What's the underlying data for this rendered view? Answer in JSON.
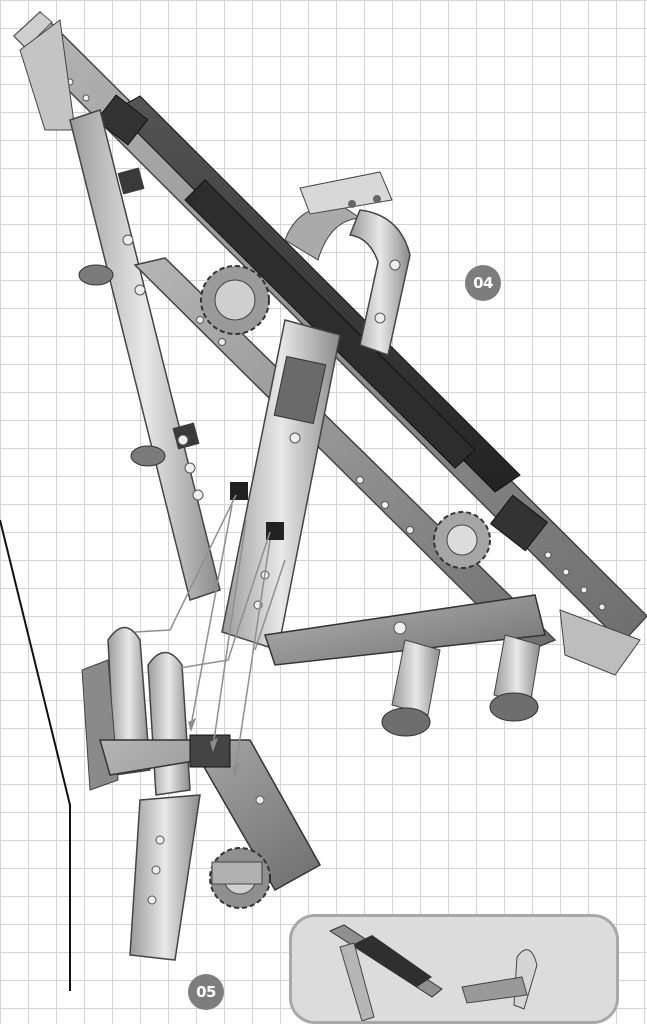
{
  "step": {
    "number": "04",
    "next_number": "05"
  },
  "colors": {
    "grid": "#d4d4d4",
    "badge": "#7d7d7d",
    "dark_part": "#3a3a3a",
    "light_part": "#e6e6e6"
  },
  "icons": [
    "step-number-badge",
    "assembly-illustration",
    "preview-thumbnail"
  ]
}
